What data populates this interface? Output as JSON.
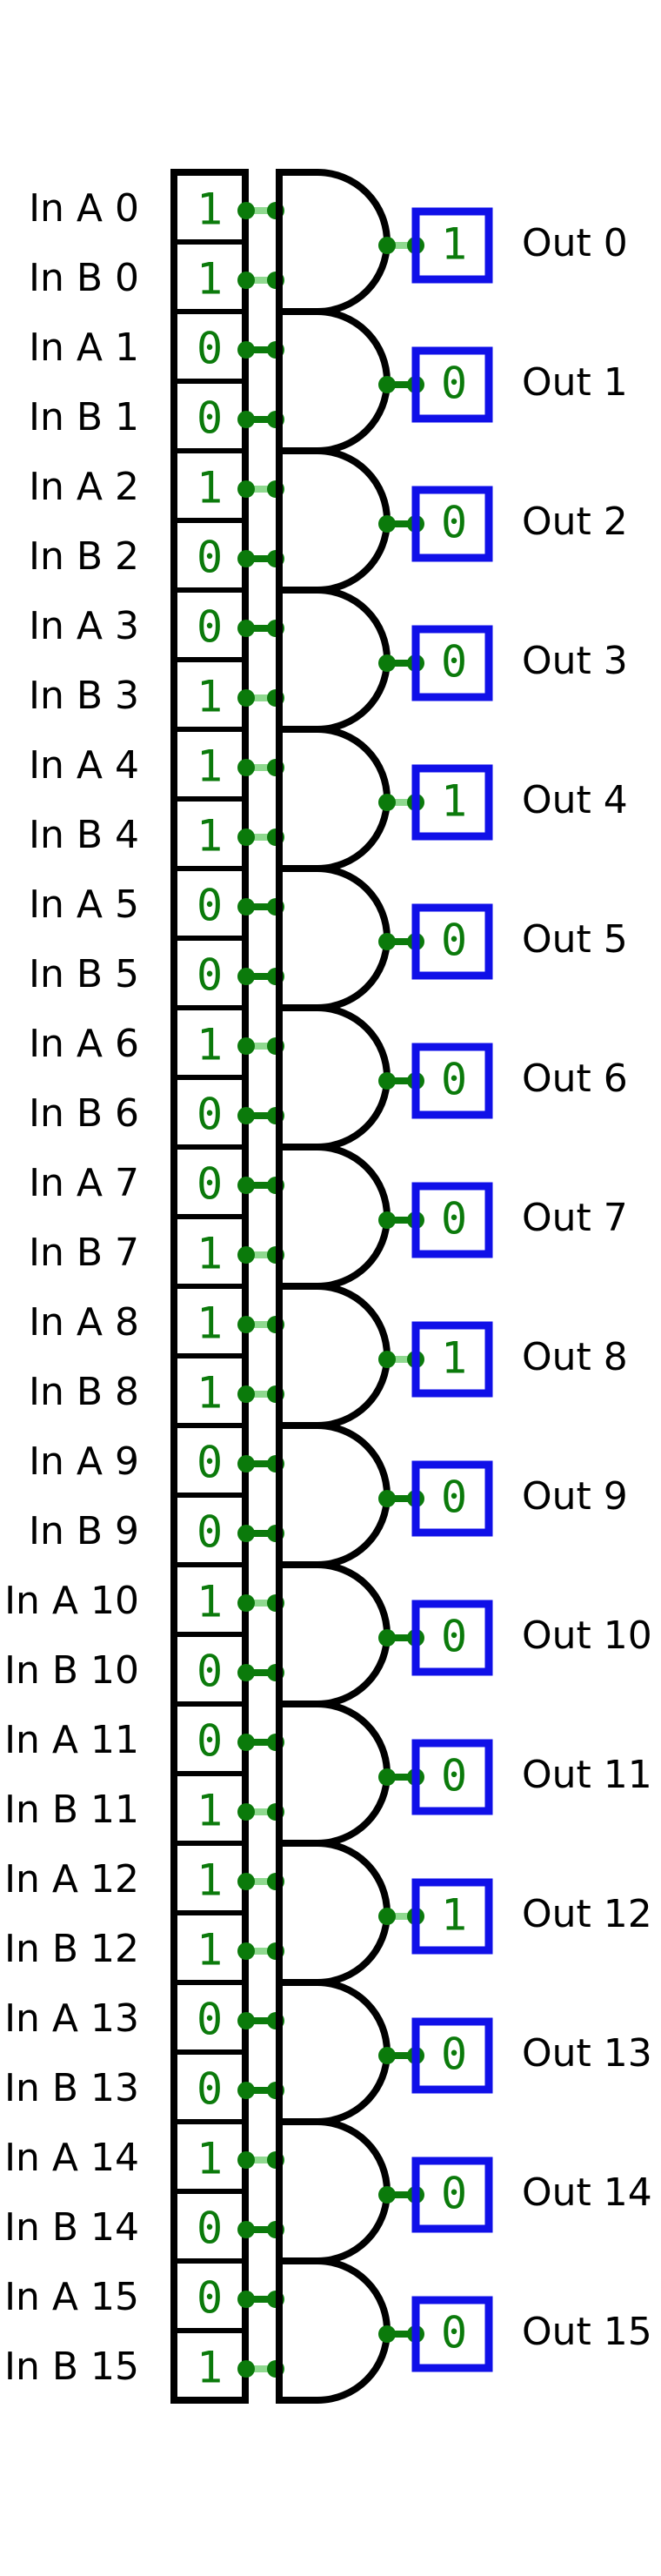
{
  "colors": {
    "wire_on": "#8fd98f",
    "wire_off": "#0b7a0b",
    "bit_text": "#0b7a0b",
    "output_border": "#1010e8",
    "gate_stroke": "#000000"
  },
  "gate_type": "and",
  "inputs": [
    {
      "a_label": "In A 0",
      "a_value": "1",
      "b_label": "In B 0",
      "b_value": "1"
    },
    {
      "a_label": "In A 1",
      "a_value": "0",
      "b_label": "In B 1",
      "b_value": "0"
    },
    {
      "a_label": "In A 2",
      "a_value": "1",
      "b_label": "In B 2",
      "b_value": "0"
    },
    {
      "a_label": "In A 3",
      "a_value": "0",
      "b_label": "In B 3",
      "b_value": "1"
    },
    {
      "a_label": "In A 4",
      "a_value": "1",
      "b_label": "In B 4",
      "b_value": "1"
    },
    {
      "a_label": "In A 5",
      "a_value": "0",
      "b_label": "In B 5",
      "b_value": "0"
    },
    {
      "a_label": "In A 6",
      "a_value": "1",
      "b_label": "In B 6",
      "b_value": "0"
    },
    {
      "a_label": "In A 7",
      "a_value": "0",
      "b_label": "In B 7",
      "b_value": "1"
    },
    {
      "a_label": "In A 8",
      "a_value": "1",
      "b_label": "In B 8",
      "b_value": "1"
    },
    {
      "a_label": "In A 9",
      "a_value": "0",
      "b_label": "In B 9",
      "b_value": "0"
    },
    {
      "a_label": "In A 10",
      "a_value": "1",
      "b_label": "In B 10",
      "b_value": "0"
    },
    {
      "a_label": "In A 11",
      "a_value": "0",
      "b_label": "In B 11",
      "b_value": "1"
    },
    {
      "a_label": "In A 12",
      "a_value": "1",
      "b_label": "In B 12",
      "b_value": "1"
    },
    {
      "a_label": "In A 13",
      "a_value": "0",
      "b_label": "In B 13",
      "b_value": "0"
    },
    {
      "a_label": "In A 14",
      "a_value": "1",
      "b_label": "In B 14",
      "b_value": "0"
    },
    {
      "a_label": "In A 15",
      "a_value": "0",
      "b_label": "In B 15",
      "b_value": "1"
    }
  ],
  "outputs": [
    {
      "label": "Out 0",
      "value": "1"
    },
    {
      "label": "Out 1",
      "value": "0"
    },
    {
      "label": "Out 2",
      "value": "0"
    },
    {
      "label": "Out 3",
      "value": "0"
    },
    {
      "label": "Out 4",
      "value": "1"
    },
    {
      "label": "Out 5",
      "value": "0"
    },
    {
      "label": "Out 6",
      "value": "0"
    },
    {
      "label": "Out 7",
      "value": "0"
    },
    {
      "label": "Out 8",
      "value": "1"
    },
    {
      "label": "Out 9",
      "value": "0"
    },
    {
      "label": "Out 10",
      "value": "0"
    },
    {
      "label": "Out 11",
      "value": "0"
    },
    {
      "label": "Out 12",
      "value": "1"
    },
    {
      "label": "Out 13",
      "value": "0"
    },
    {
      "label": "Out 14",
      "value": "0"
    },
    {
      "label": "Out 15",
      "value": "0"
    }
  ]
}
